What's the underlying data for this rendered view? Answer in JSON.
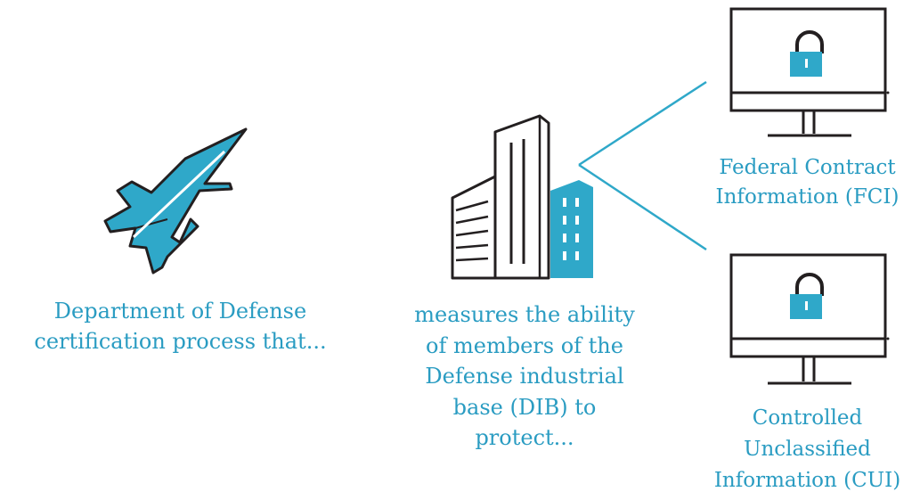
{
  "colors": {
    "accent": "#2fa8c9",
    "text": "#2a9cc2",
    "outline": "#231f20"
  },
  "icons": {
    "plane": "fighter-jet-icon",
    "building": "office-building-icon",
    "monitor_lock": "monitor-lock-icon"
  },
  "captions": {
    "dod": "Department of Defense\ncertification process that...",
    "dib": "measures the ability\nof members of the\nDefense industrial\nbase (DIB) to\nprotect...",
    "fci": "Federal Contract\nInformation (FCI)",
    "cui": "Controlled\nUnclassified\nInformation (CUI)"
  }
}
